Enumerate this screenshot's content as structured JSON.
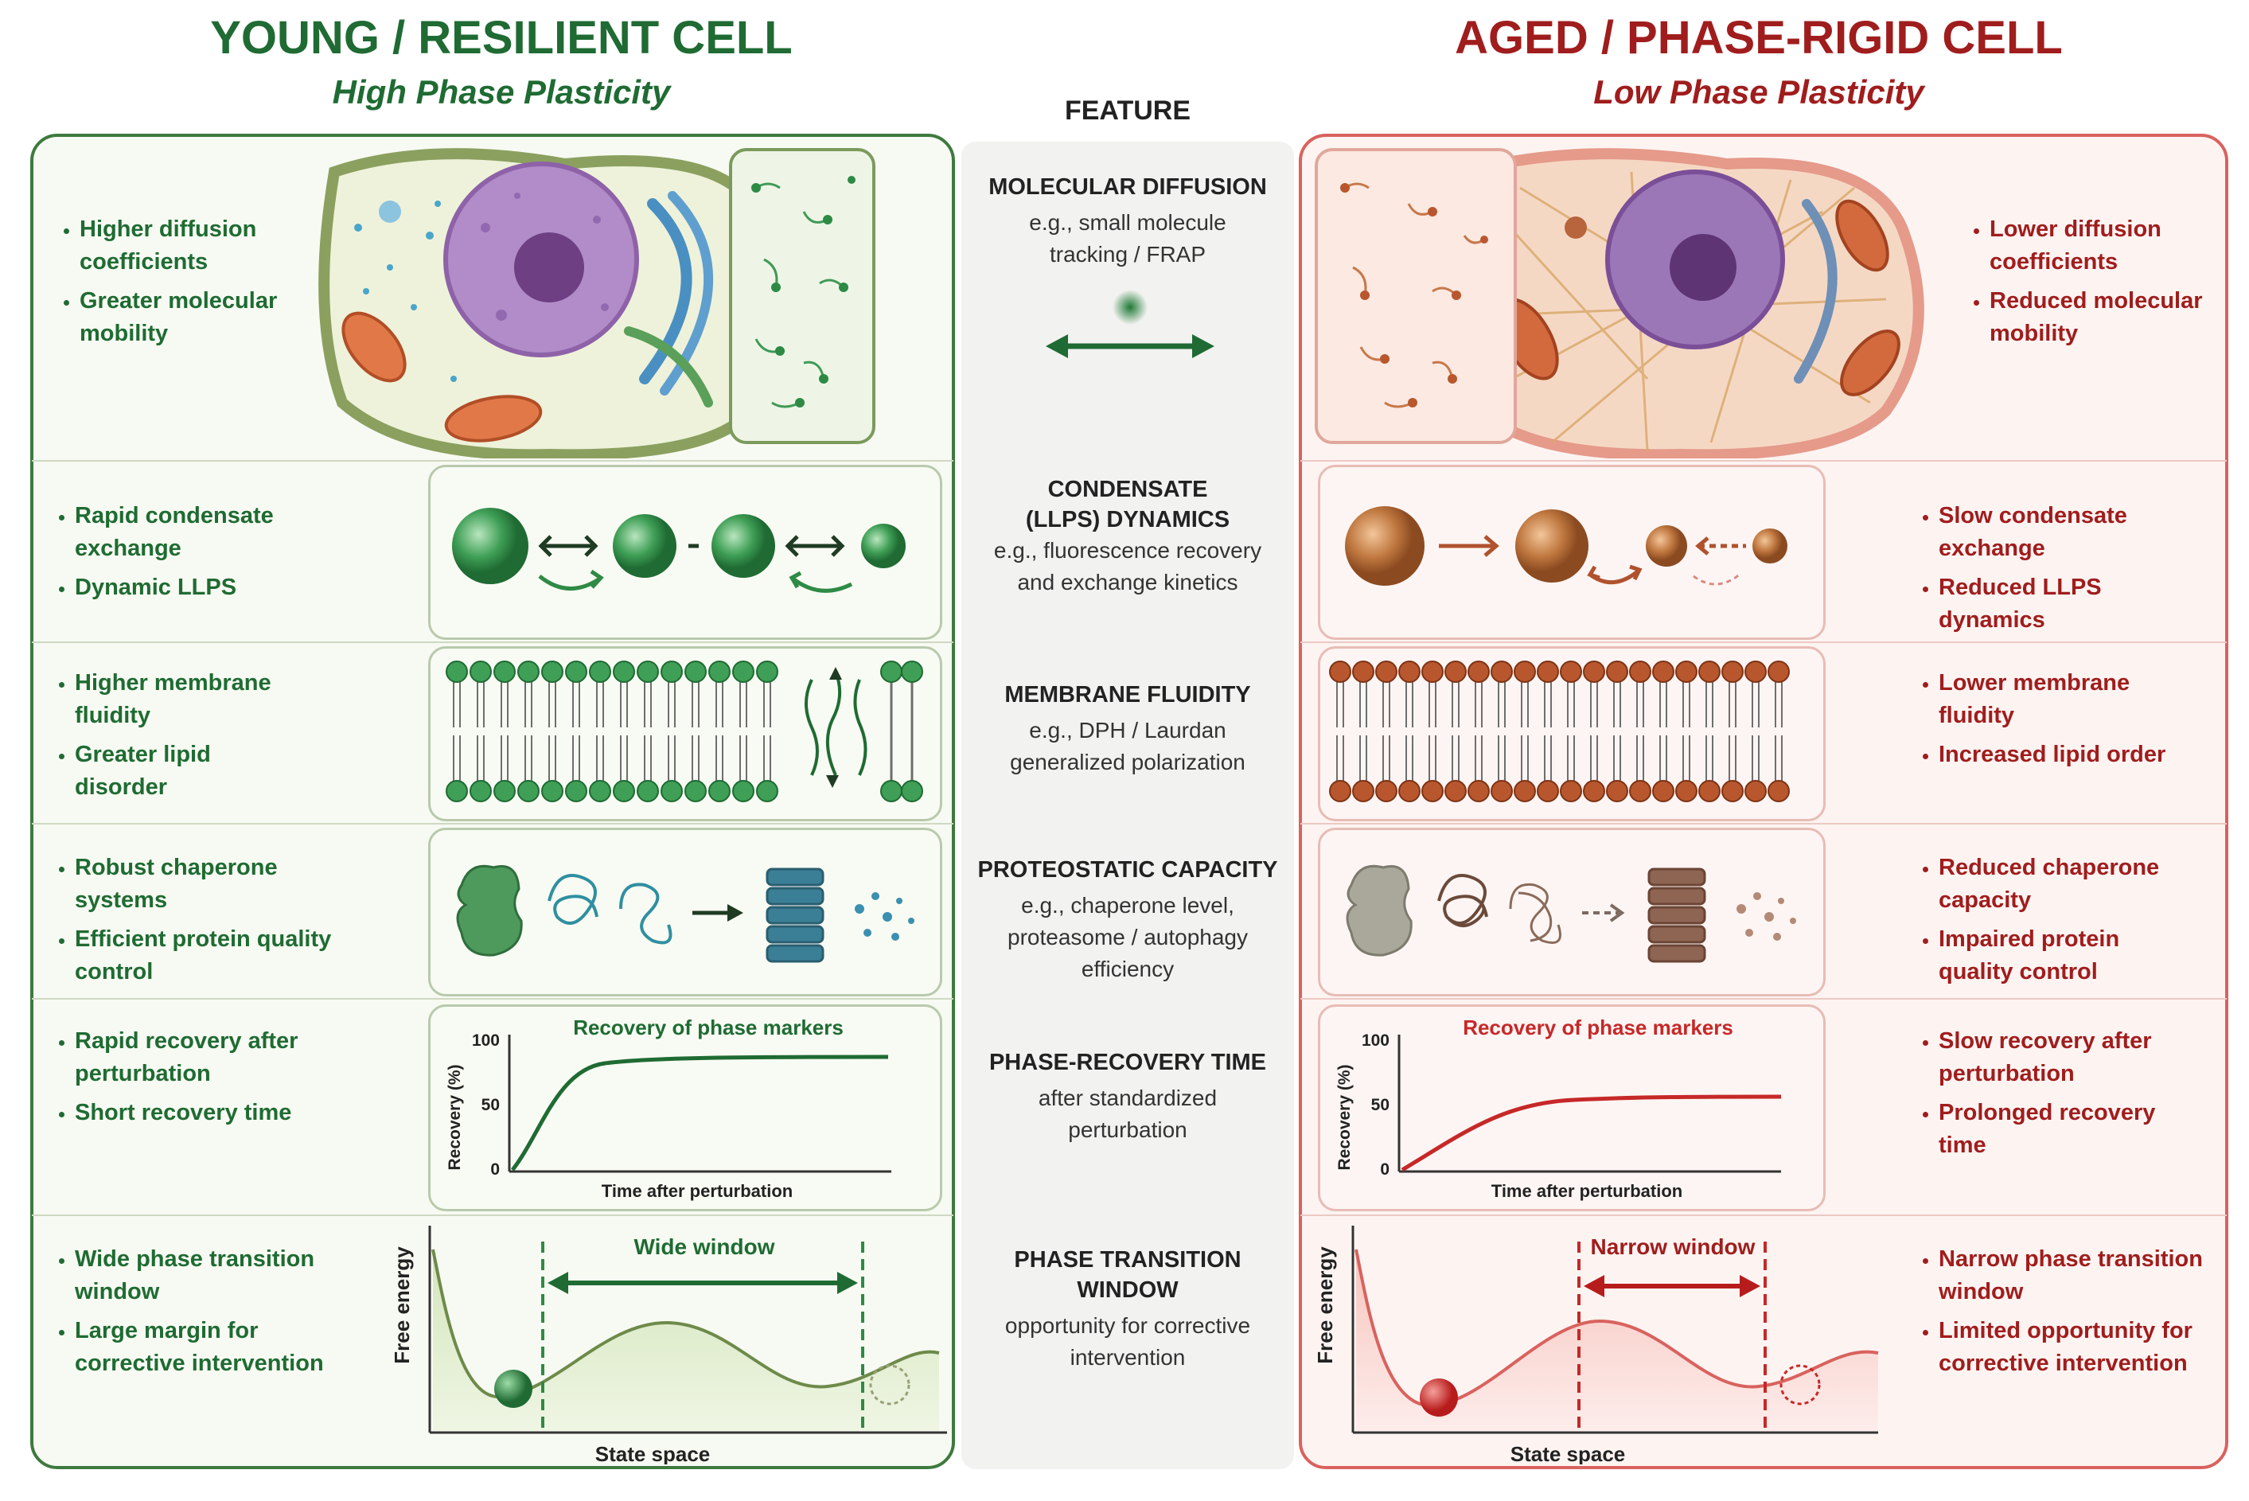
{
  "left": {
    "title": "YOUNG / RESILIENT CELL",
    "subtitle": "High Phase Plasticity",
    "rows": [
      [
        "Higher diffusion coefficients",
        "Greater molecular mobility"
      ],
      [
        "Rapid condensate exchange",
        "Dynamic LLPS"
      ],
      [
        "Higher membrane fluidity",
        "Greater lipid disorder"
      ],
      [
        "Robust chaperone systems",
        "Efficient protein quality control"
      ],
      [
        "Rapid recovery after perturbation",
        "Short recovery time"
      ],
      [
        "Wide phase transition window",
        "Large margin for corrective intervention"
      ]
    ],
    "recovery_chart": {
      "title": "Recovery of phase markers",
      "ylabel": "Recovery (%)",
      "xlabel": "Time after perturbation",
      "ticks": [
        "100",
        "50",
        "0"
      ]
    },
    "energy_chart": {
      "window_label": "Wide window",
      "ylabel": "Free energy",
      "xlabel": "State space"
    }
  },
  "right": {
    "title": "AGED / PHASE-RIGID CELL",
    "subtitle": "Low Phase Plasticity",
    "rows": [
      [
        "Lower diffusion coefficients",
        "Reduced molecular mobility"
      ],
      [
        "Slow condensate exchange",
        "Reduced LLPS dynamics"
      ],
      [
        "Lower membrane fluidity",
        "Increased lipid order"
      ],
      [
        "Reduced chaperone capacity",
        "Impaired protein quality control"
      ],
      [
        "Slow recovery after perturbation",
        "Prolonged recovery time"
      ],
      [
        "Narrow phase transition window",
        "Limited opportunity for corrective intervention"
      ]
    ],
    "recovery_chart": {
      "title": "Recovery of phase markers",
      "ylabel": "Recovery (%)",
      "xlabel": "Time after perturbation",
      "ticks": [
        "100",
        "50",
        "0"
      ]
    },
    "energy_chart": {
      "window_label": "Narrow window",
      "ylabel": "Free energy",
      "xlabel": "State space"
    }
  },
  "feature_header": "FEATURE",
  "features": [
    {
      "title": "MOLECULAR DIFFUSION",
      "desc": "e.g., small molecule tracking / FRAP"
    },
    {
      "title": "CONDENSATE (LLPS) DYNAMICS",
      "desc": "e.g., fluorescence recovery and exchange kinetics"
    },
    {
      "title": "MEMBRANE FLUIDITY",
      "desc": "e.g., DPH / Laurdan generalized polarization"
    },
    {
      "title": "PROTEOSTATIC CAPACITY",
      "desc": "e.g., chaperone level, proteasome / autophagy efficiency"
    },
    {
      "title": "PHASE-RECOVERY TIME",
      "desc": "after standardized perturbation"
    },
    {
      "title": "PHASE TRANSITION WINDOW",
      "desc": "opportunity for corrective intervention"
    }
  ],
  "colors": {
    "young": "#1f6b33",
    "aged": "#a01d1d",
    "young_curve": "#1f6b33",
    "aged_curve": "#c62828"
  }
}
